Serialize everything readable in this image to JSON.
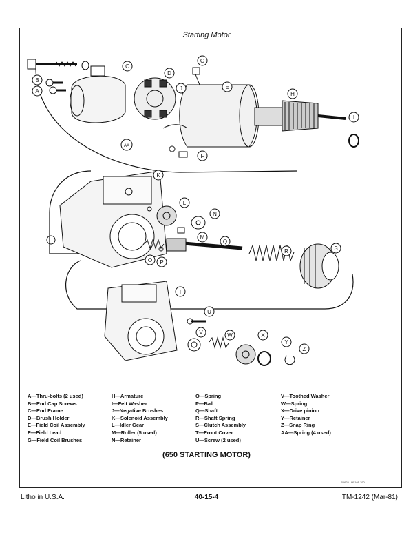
{
  "header": {
    "title": "Starting Motor"
  },
  "caption": "(650 STARTING MOTOR)",
  "figure_id": "R6625 LH5101 190",
  "legend": {
    "col1": [
      "A—Thru-bolts (2 used)",
      "B—End Cap Screws",
      "C—End Frame",
      "D—Brush Holder",
      "E—Field Coil Assembly",
      "F—Field Lead",
      "G—Field Coil Brushes"
    ],
    "col2": [
      "H—Armature",
      "I—Felt Washer",
      "J—Negative Brushes",
      "K—Solenoid Assembly",
      "L—Idler Gear",
      "M—Roller (5 used)",
      "N—Retainer"
    ],
    "col3": [
      "O—Spring",
      "P—Ball",
      "Q—Shaft",
      "R—Shaft Spring",
      "S—Clutch Assembly",
      "T—Front Cover",
      "U—Screw (2 used)"
    ],
    "col4": [
      "V—Toothed Washer",
      "W—Spring",
      "X—Drive pinion",
      "Y—Retainer",
      "Z—Snap Ring",
      "AA—Spring (4 used)"
    ]
  },
  "callouts": {
    "A": "A",
    "B": "B",
    "C": "C",
    "D": "D",
    "E": "E",
    "F": "F",
    "G": "G",
    "H": "H",
    "I": "I",
    "J": "J",
    "K": "K",
    "L": "L",
    "M": "M",
    "N": "N",
    "O": "O",
    "P": "P",
    "Q": "Q",
    "R": "R",
    "S": "S",
    "T": "T",
    "U": "U",
    "V": "V",
    "W": "W",
    "X": "X",
    "Y": "Y",
    "Z": "Z",
    "AA": "AA"
  },
  "footer": {
    "left": "Litho in U.S.A.",
    "center": "40-15-4",
    "right": "TM-1242 (Mar-81)"
  }
}
